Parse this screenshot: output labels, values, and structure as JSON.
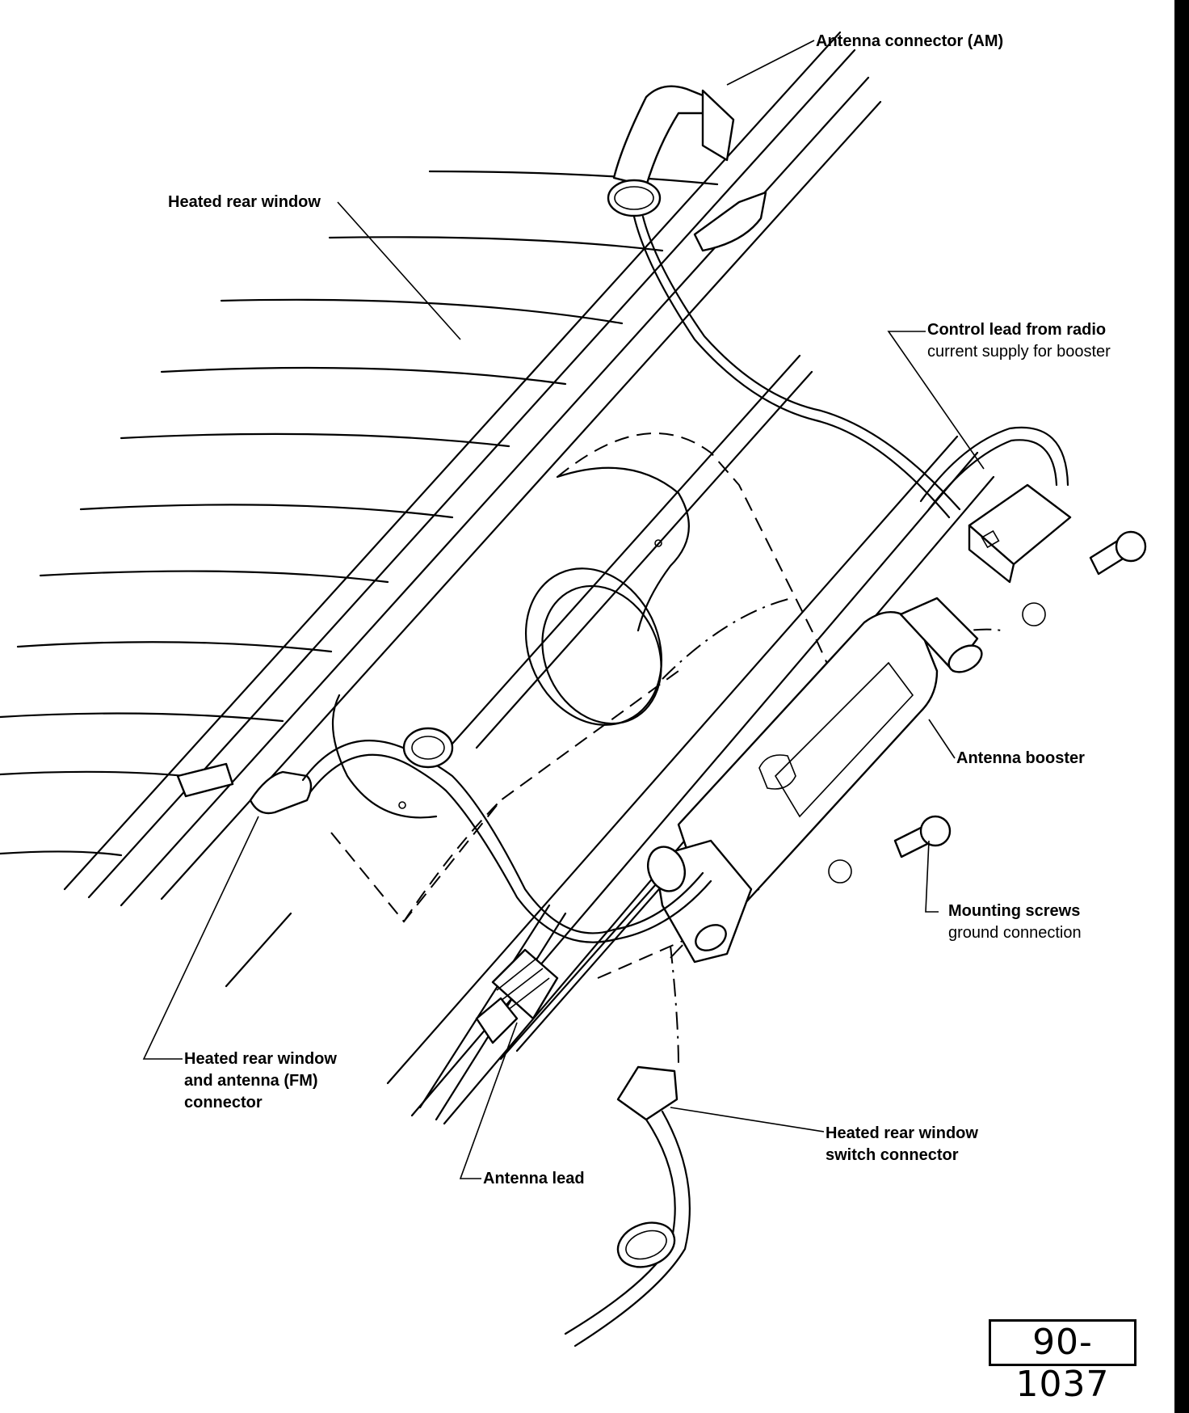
{
  "labels": {
    "antenna_connector_am": "Antenna connector (AM)",
    "heated_rear_window": "Heated rear window",
    "control_lead_title": "Control lead from radio",
    "control_lead_sub": "current supply for booster",
    "antenna_booster": "Antenna booster",
    "mounting_screws_title": "Mounting screws",
    "mounting_screws_sub": "ground connection",
    "fm_connector_line1": "Heated rear window",
    "fm_connector_line2": "and antenna (FM)",
    "fm_connector_line3": "connector",
    "antenna_lead": "Antenna lead",
    "switch_connector_line1": "Heated rear window",
    "switch_connector_line2": "switch connector"
  },
  "figure_number": "90-1037",
  "colors": {
    "ink": "#000000",
    "paper": "#ffffff"
  }
}
